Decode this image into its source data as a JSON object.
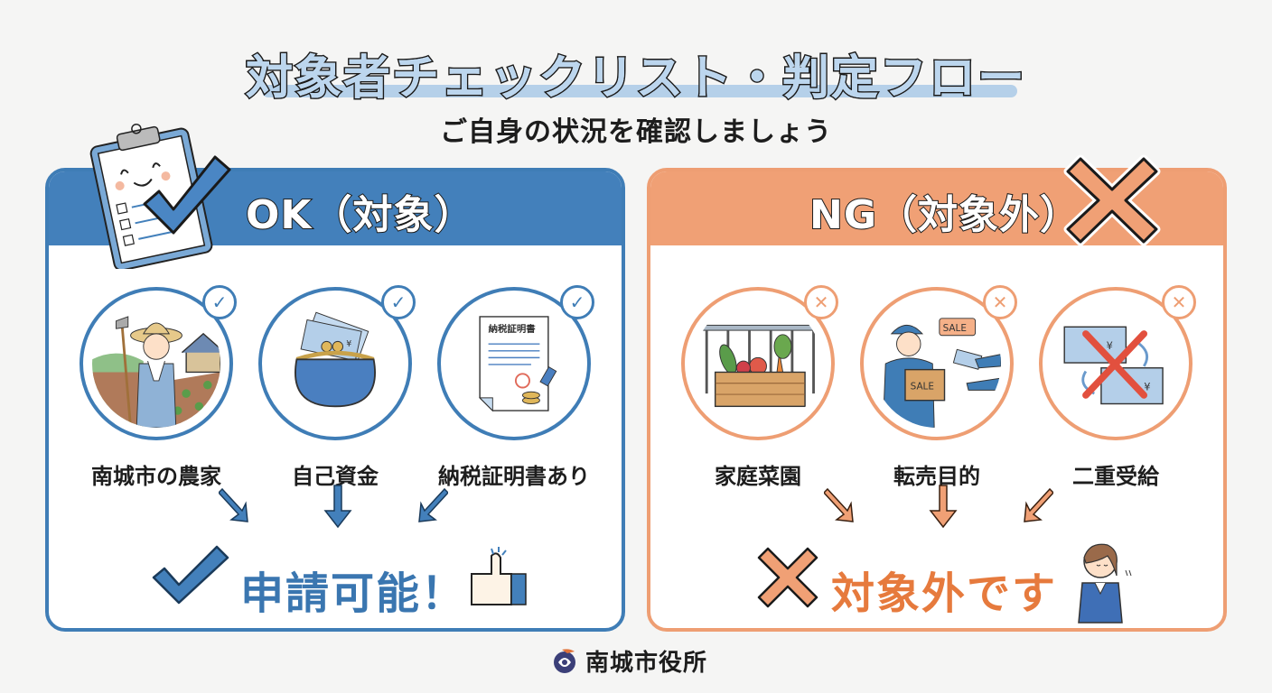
{
  "header": {
    "title": "対象者チェックリスト・判定フロー",
    "subtitle": "ご自身の状況を確認しましょう"
  },
  "colors": {
    "ok_primary": "#4380bb",
    "ng_primary": "#f0a075",
    "ok_text": "#3a76b0",
    "ng_text": "#e67a3d",
    "background": "#f5f5f4"
  },
  "ok_panel": {
    "title": "OK（対象）",
    "badge_icon": "check-icon",
    "items": [
      {
        "label": "南城市の農家",
        "icon": "farmer-illustration"
      },
      {
        "label": "自己資金",
        "icon": "coin-purse-illustration"
      },
      {
        "label": "納税証明書あり",
        "icon": "tax-certificate-illustration",
        "document_title": "納税証明書"
      }
    ],
    "result": {
      "text": "申請可能！",
      "icon": "check-mark-icon",
      "side_icon": "thumbs-up-icon"
    }
  },
  "ng_panel": {
    "title": "NG（対象外）",
    "badge_icon": "x-icon",
    "items": [
      {
        "label": "家庭菜園",
        "icon": "home-garden-illustration"
      },
      {
        "label": "転売目的",
        "icon": "resale-illustration",
        "tags": [
          "SALE",
          "SALE"
        ]
      },
      {
        "label": "二重受給",
        "icon": "double-payment-illustration",
        "currency": "¥"
      }
    ],
    "result": {
      "text": "対象外です",
      "icon": "x-mark-icon",
      "side_icon": "bowing-person-icon"
    }
  },
  "footer": {
    "label": "南城市役所",
    "logo": "city-logo-icon"
  }
}
